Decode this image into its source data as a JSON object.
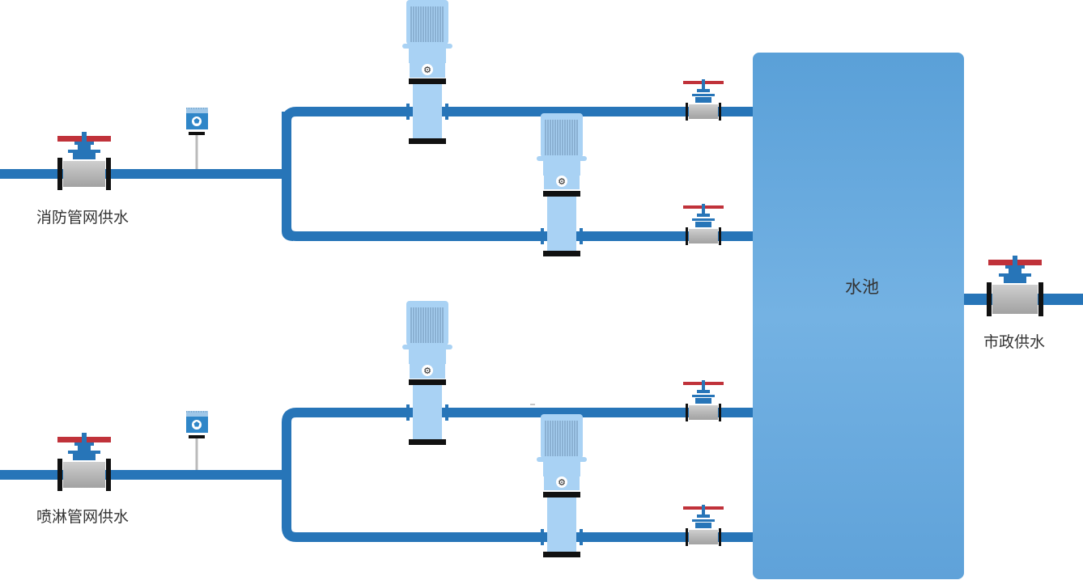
{
  "labels": {
    "tank": "水池",
    "fire_supply": "消防管网供水",
    "sprinkler_supply": "喷淋管网供水",
    "municipal_supply": "市政供水"
  },
  "colors": {
    "pipe": "#2775b8",
    "tank_top": "#5aa0d8",
    "tank_mid": "#74b1e2",
    "pump_light": "#a9d2f4",
    "pump_dark": "#111111",
    "valve_body": "#b6b6b6",
    "valve_handle": "#c0323a",
    "valve_blue": "#2775b8",
    "sensor_box": "#2f86c8"
  },
  "icons": [
    "gate-valve-icon",
    "pump-icon",
    "pressure-sensor-icon",
    "gear-icon"
  ]
}
